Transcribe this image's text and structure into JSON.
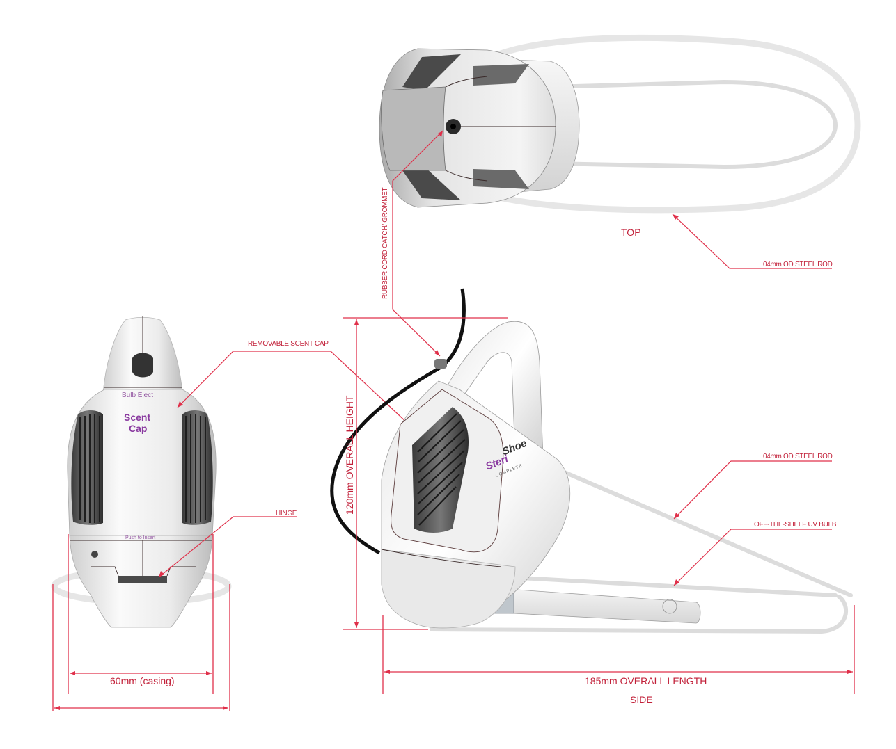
{
  "labels": {
    "top_view": "TOP",
    "side_view": "SIDE",
    "rod_top": "04mm OD STEEL ROD",
    "rod_side": "04mm OD STEEL ROD",
    "uv_bulb": "OFF-THE-SHELF UV BULB",
    "grommet": "RUBBER CORD CATCH/ GROMMET",
    "scent_cap_callout": "REMOVABLE SCENT CAP",
    "hinge": "HINGE",
    "height_dim": "120mm OVERALL HEIGHT",
    "length_dim": "185mm OVERALL LENGTH",
    "casing_dim": "60mm (casing)"
  },
  "product_text": {
    "cap_line1": "Scent",
    "cap_line2": "Cap",
    "bulb_eject": "Bulb Eject",
    "push_insert": "Push to Insert",
    "brand_a": "Steri",
    "brand_b": "Shoe",
    "brand_sub": "COMPLETE"
  },
  "colors": {
    "annotation": "#c2213a",
    "leader": "#e0304a",
    "brand_purple": "#7a2e8c",
    "body_light": "#f2f2f2",
    "body_dark": "#555555"
  }
}
